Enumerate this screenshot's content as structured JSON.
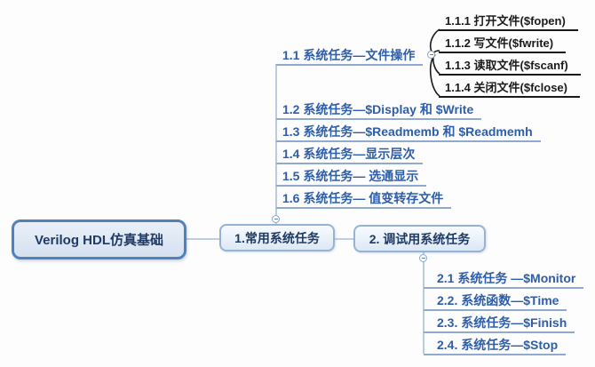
{
  "colors": {
    "accent_text": "#2E5DA9",
    "line_blue": "#95B3D7",
    "root_border": "#4F81BD",
    "node_border": "#95B3D7",
    "black_branch": "#1A1A1A",
    "node_text": "#1F3A63"
  },
  "root": {
    "label": "Verilog HDL仿真基础"
  },
  "level1": [
    {
      "label": "1.常用系统任务"
    },
    {
      "label": "2. 调试用系统任务"
    }
  ],
  "branch_common": {
    "rows": [
      {
        "label": "1.1 系统任务—文件操作"
      },
      {
        "label": "1.2 系统任务—$Display 和 $Write"
      },
      {
        "label": "1.3 系统任务—$Readmemb 和 $Readmemh"
      },
      {
        "label": "1.4 系统任务—显示层次"
      },
      {
        "label": "1.5 系统任务— 选通显示"
      },
      {
        "label": "1.6 系统任务— 值变转存文件"
      }
    ]
  },
  "branch_file_ops": {
    "rows": [
      {
        "label": "1.1.1 打开文件($fopen)"
      },
      {
        "label": "1.1.2 写文件($fwrite)"
      },
      {
        "label": "1.1.3 读取文件($fscanf)"
      },
      {
        "label": "1.1.4 关闭文件($fclose)"
      }
    ]
  },
  "branch_debug": {
    "rows": [
      {
        "label": "2.1 系统任务 —$Monitor"
      },
      {
        "label": "2.2. 系统函数—$Time"
      },
      {
        "label": "2.3. 系统任务—$Finish"
      },
      {
        "label": "2.4. 系统任务—$Stop"
      }
    ]
  },
  "icons": {
    "collapse": "minus-in-circle"
  }
}
